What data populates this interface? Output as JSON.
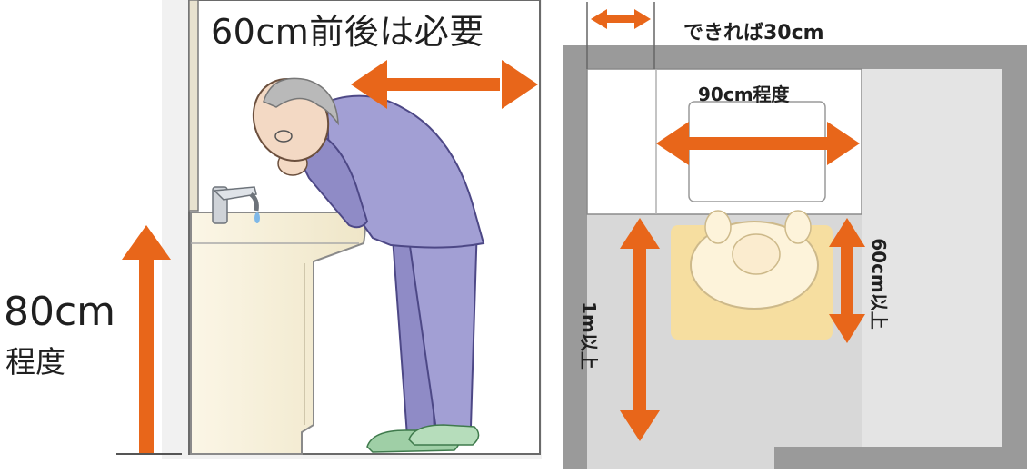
{
  "labels": {
    "reach_depth": "60cm前後は必要",
    "sink_height_value": "80cm",
    "sink_height_suffix": "程度",
    "side_clearance": "できれば30cm",
    "sink_width": "90cm程度",
    "front_clearance": "1m以上",
    "person_depth": "60cm以上"
  },
  "colors": {
    "arrow": "#e8661a",
    "pajama": "#a29fd4",
    "pajama_dark": "#7e78bc",
    "skin": "#f3d9c4",
    "cabinet": "#f7f1dc",
    "wall": "#999999",
    "floor": "#dcdcdc",
    "mat": "#f6dea0",
    "slipper": "#9fcfa6"
  }
}
